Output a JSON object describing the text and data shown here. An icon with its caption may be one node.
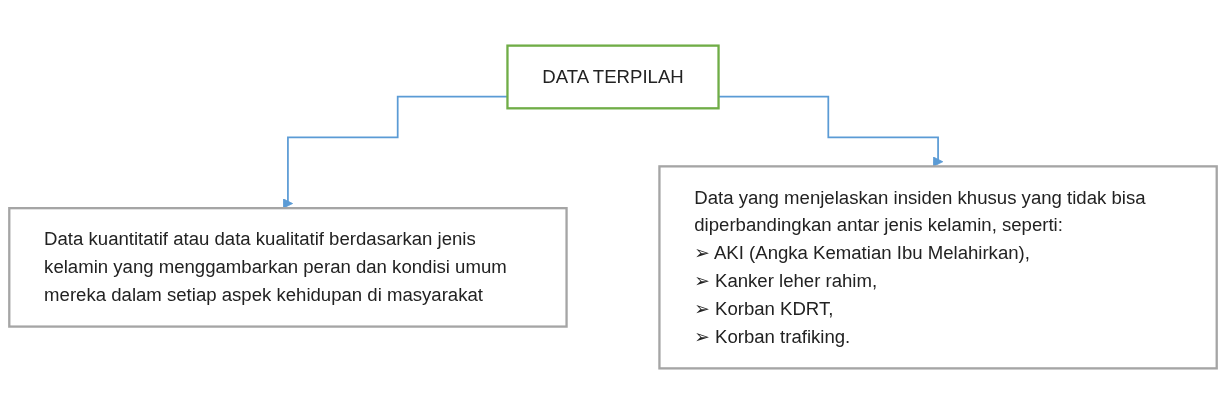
{
  "diagram": {
    "nodes": [
      {
        "text": [
          "DATA TERPILAH"
        ]
      },
      {
        "text": [
          "Data kuantitatif atau data kualitatif berdasarkan jenis kelamin yang menggambarkan peran dan kondisi umum mereka dalam setiap aspek kehidupan di masyarakat"
        ]
      },
      {
        "text": [
          "Data yang menjelaskan insiden khusus yang tidak bisa diperbandingkan antar jenis kelamin, seperti:",
          "➢ AKI (Angka Kematian Ibu Melahirkan),",
          "➢ Kanker leher rahim,",
          "➢ Korban KDRT,",
          "➢ Korban trafiking."
        ]
      }
    ],
    "edges": [
      {
        "from": 0,
        "to": 1,
        "arrow": "to"
      },
      {
        "from": 0,
        "to": 2,
        "arrow": "to"
      }
    ]
  }
}
